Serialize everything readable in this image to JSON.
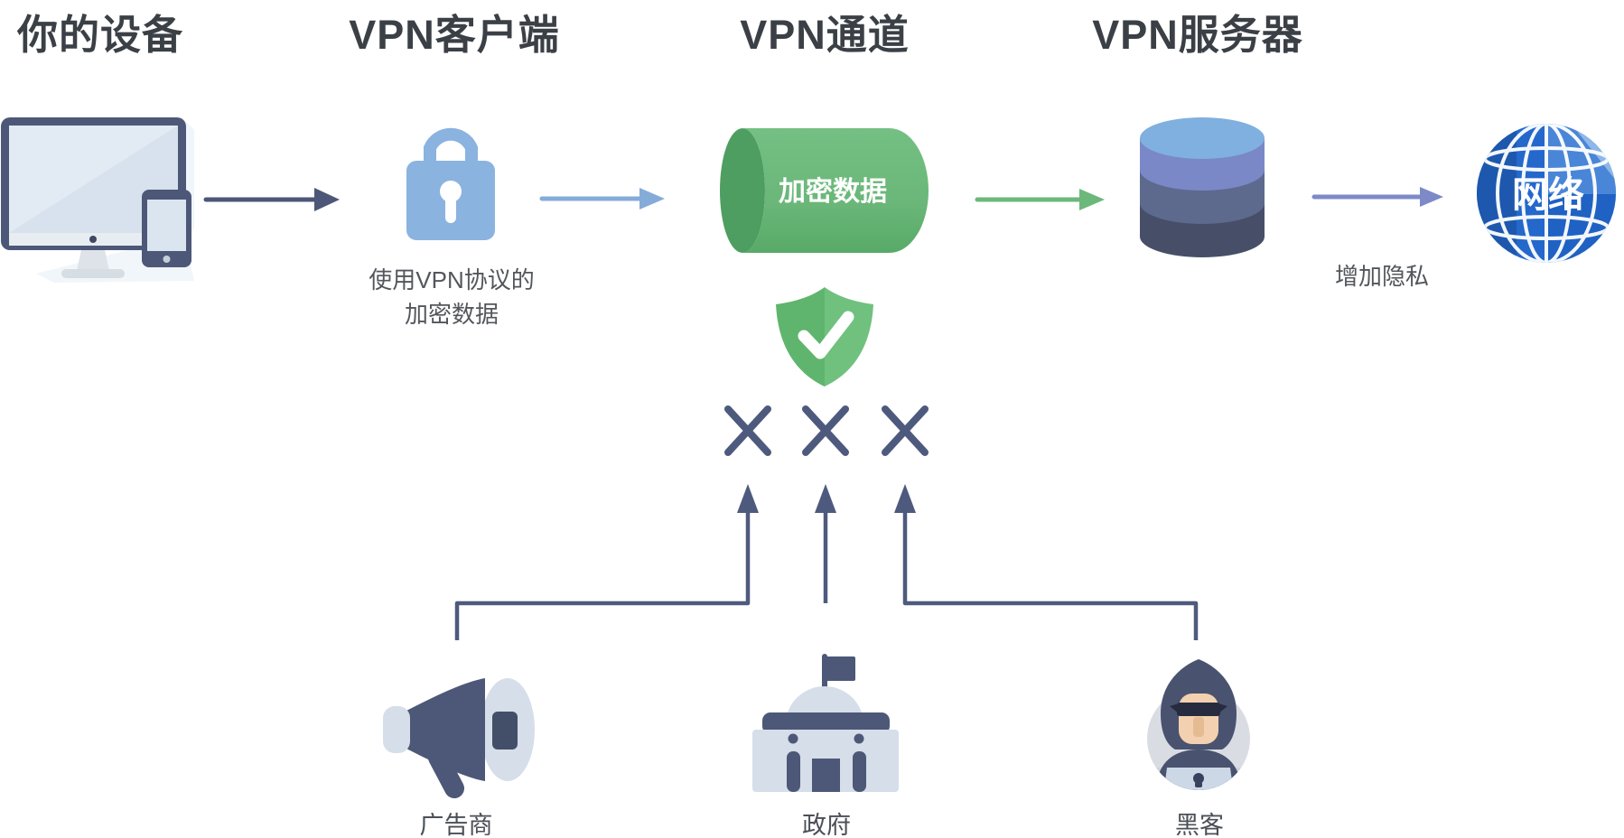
{
  "headers": {
    "device": "你的设备",
    "client": "VPN客户端",
    "tunnel": "VPN通道",
    "server": "VPN服务器"
  },
  "tunnel": {
    "data_label": "加密数据"
  },
  "client_caption": {
    "line1": "使用VPN协议的",
    "line2": "加密数据"
  },
  "server_caption": "增加隐私",
  "globe_label": "网络",
  "threats": {
    "advertiser": "广告商",
    "government": "政府",
    "hacker": "黑客"
  },
  "icons": {
    "device": "desktop-and-phone-icon",
    "client": "padlock-icon",
    "tunnel": "green-cylinder-tunnel-icon",
    "server": "database-stack-icon",
    "internet": "globe-icon",
    "shield": "shield-check-icon",
    "blocked": "x-mark-icons",
    "advertiser": "megaphone-icon",
    "government": "government-building-icon",
    "hacker": "hooded-hacker-icon"
  },
  "colors": {
    "slate": "#4e5a7d",
    "icon_slate": "#4d5878",
    "lock_blue": "#8ab3e0",
    "arrow_blue": "#85abd9",
    "tunnel_green": "#6cb87a",
    "tunnel_green_dark": "#4f9e61",
    "shield_green_left": "#5fb56e",
    "shield_green_right": "#70c17e",
    "arrow_periwinkle": "#7d8ac7",
    "db_top": "#7fb0df",
    "db_upper": "#7a88c7",
    "db_lower": "#5d6a8e",
    "db_base": "#474f68",
    "globe_blue": "#2468cc",
    "light_panel": "#d5dee9",
    "header_text": "#3b4046",
    "caption_text": "#53575c"
  }
}
